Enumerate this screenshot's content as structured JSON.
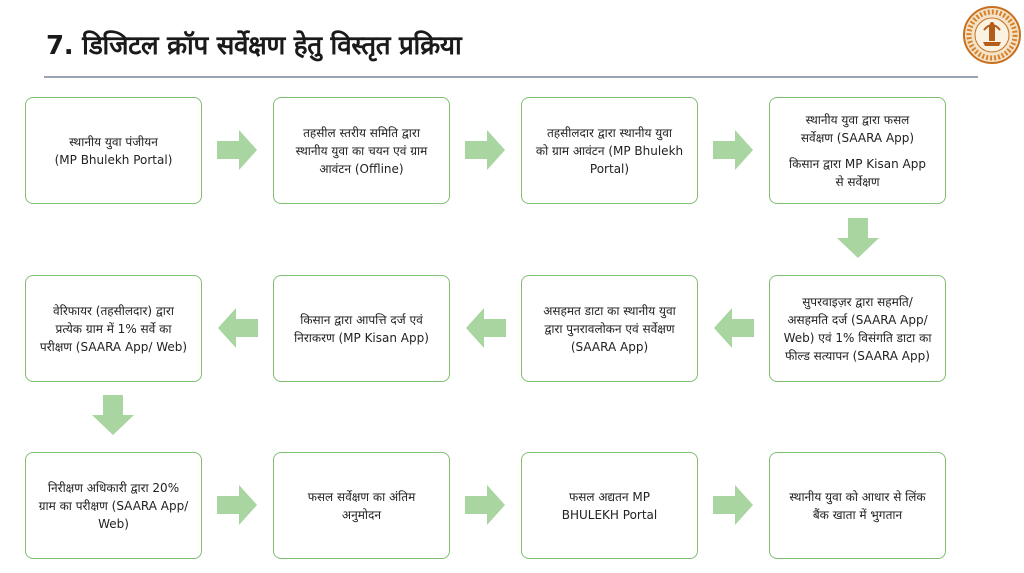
{
  "title": "7. डिजिटल क्रॉप सर्वेक्षण हेतु विस्तृत प्रक्रिया",
  "colors": {
    "box_border": "#7fbf72",
    "arrow_fill": "#a8d5a0",
    "rule": "#9aa3b5"
  },
  "steps": [
    {
      "lines": [
        "स्थानीय युवा पंजीयन",
        "(MP Bhulekh Portal)"
      ]
    },
    {
      "lines": [
        "तहसील स्तरीय समिति द्वारा",
        "स्थानीय युवा का चयन एवं ग्राम",
        "आवंटन (Offline)"
      ]
    },
    {
      "lines": [
        "तहसीलदार द्वारा स्थानीय युवा",
        "को ग्राम आवंटन (MP Bhulekh",
        "Portal)"
      ]
    },
    {
      "lines": [
        "स्थानीय युवा द्वारा फसल",
        "सर्वेक्षण (SAARA App)",
        "किसान द्वारा  MP Kisan App",
        "से सर्वेक्षण"
      ]
    },
    {
      "lines": [
        "सुपरवाइज़र द्वारा सहमति/",
        "असहमति दर्ज (SAARA App/",
        "Web) एवं 1% विसंगति डाटा का",
        "फील्ड सत्यापन (SAARA App)"
      ]
    },
    {
      "lines": [
        "असहमत डाटा का स्थानीय युवा",
        "द्वारा पुनरावलोकन एवं सर्वेक्षण",
        "(SAARA App)"
      ]
    },
    {
      "lines": [
        "किसान द्वारा आपत्ति दर्ज एवं",
        "निराकरण (MP Kisan App)"
      ]
    },
    {
      "lines": [
        "वेरिफायर (तहसीलदार) द्वारा",
        "प्रत्येक ग्राम में 1% सर्वे का",
        "परीक्षण (SAARA App/ Web)"
      ]
    },
    {
      "lines": [
        "निरीक्षण  अधिकारी द्वारा 20%",
        "ग्राम का परीक्षण (SAARA App/",
        "Web)"
      ]
    },
    {
      "lines": [
        "फसल सर्वेक्षण का अंतिम",
        "अनुमोदन"
      ]
    },
    {
      "lines": [
        "फसल अद्यतन MP",
        "BHULEKH Portal"
      ]
    },
    {
      "lines": [
        "स्थानीय युवा को आधार से  लिंक",
        "बैंक खाता में भुगतान"
      ]
    }
  ]
}
